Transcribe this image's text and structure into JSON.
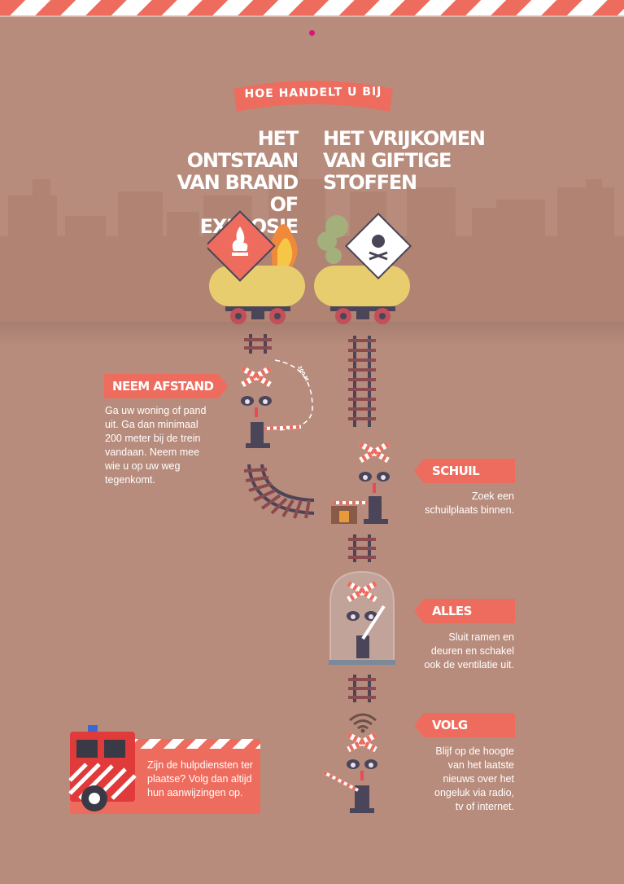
{
  "banner": {
    "label": "HOE HANDELT U BIJ"
  },
  "columns": {
    "left_title": "HET ONTSTAAN\nVAN BRAND OF\nEXPLOSIE",
    "right_title": "HET VRIJKOMEN\nVAN GIFTIGE\nSTOFFEN"
  },
  "distance_label": "200 M",
  "steps": [
    {
      "title": "NEEM AFSTAND",
      "text": "Ga uw woning of pand\nuit. Ga dan minimaal\n200 meter bij de trein\nvandaan. Neem mee\nwie u op uw weg\ntegenkomt."
    },
    {
      "title": "SCHUIL BINNEN",
      "text": "Zoek een\nschuilplaats binnen."
    },
    {
      "title": "ALLES DICHT",
      "text": "Sluit ramen en\ndeuren en schakel\nook de ventilatie uit."
    },
    {
      "title": "VOLG NIEUWS",
      "text": "Blijf op de hoogte\nvan het laatste\nnieuws over het\nongeluk via radio,\ntv of internet."
    }
  ],
  "emergency": {
    "text": "Zijn de hulpdiensten ter\nplaatse? Volg dan altijd\nhun aanwijzingen op."
  },
  "colors": {
    "background": "#b88c7c",
    "accent": "#ee6c5e",
    "tank": "#e8cd6f",
    "machine": "#4a4558"
  }
}
